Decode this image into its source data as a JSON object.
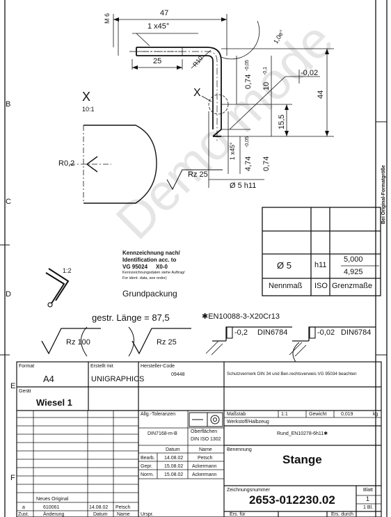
{
  "border": {
    "row_letters": [
      "B",
      "C",
      "D",
      "E",
      "F"
    ],
    "right_label": "Bei Original-Formatgröße"
  },
  "drawing": {
    "dims": {
      "d47": "47",
      "m6": "M 6",
      "chamfer_top": "1 x45°",
      "d25": "25",
      "r10": "R10",
      "d0_74_top": "0,74",
      "tol_top": "-0,05",
      "d10": "10",
      "tol_10": "-0,1",
      "d15_5": "15,5",
      "d44": "44",
      "flat_002": "-0,02",
      "chamfer_bot": "1 x45°",
      "d4_74": "4,74",
      "tol_bot": "-0,05",
      "d0_74_bot": "0,74",
      "angle": "1,0e°",
      "shaft": "Ø 5 h11",
      "rz25_small": "Rz 25",
      "section_x": "X",
      "section_x2": "X",
      "scale_detail": "10:1",
      "r02": "R0,2",
      "scale_iso": "1:2"
    },
    "marking": {
      "l1": "Kennzeichnung nach/",
      "l2": "Identification acc. to",
      "l3": "VG 95024",
      "l3b": "X0-0",
      "l4": "Kennzeichnungsdaten siehe Auftrag/",
      "l5": "For ident. data, see order)",
      "packing": "Grundpackung"
    },
    "length": "gestr. Länge = 87,5",
    "material_note": "✱EN10088-3-X20Cr13",
    "rz100": "Rz 100",
    "rz25": "Rz 25",
    "fcf1_val": "-0,2",
    "fcf1_std": "DIN6784",
    "fcf2_val": "-0,02",
    "fcf2_std": "DIN6784",
    "watermark": "Demo mode"
  },
  "tol_table": {
    "nominal": "Ø 5",
    "iso": "h11",
    "upper": "5,000",
    "lower": "4,925",
    "h_nominal": "Nennmaß",
    "h_iso": "ISO",
    "h_limits": "Grenzmaße"
  },
  "title": {
    "format_label": "Format",
    "format_val": "A4",
    "created_label": "Erstellt mit",
    "created_val": "UNIGRAPHICS",
    "maker_label": "Hersteller-Code",
    "maker_val": "09448",
    "protect": "Schutzvermerk DIN 34 und Ben.rechtsverweis VG 95034 beachten",
    "device_label": "Gerät",
    "device_val": "Wiesel 1",
    "gen_tol_label": "Allg.-Toleranzen",
    "gen_tol_val": "DIN7168-m-B",
    "surface_l1": "Oberflächen",
    "surface_l2": "DIN ISO 1302",
    "scale_label": "Maßstab",
    "scale_val": "1:1",
    "weight_label": "Gewicht",
    "weight_val": "0,019",
    "weight_unit": "kg",
    "material_label": "Werkstoff/Halbzeug",
    "material_val": "Rund_EN10278-6h11✱",
    "col_date": "Datum",
    "col_name": "Name",
    "row1_label": "Bearb.",
    "row1_date": "14.08.02",
    "row1_name": "Petsch",
    "row2_label": "Gepr.",
    "row2_date": "15.08.02",
    "row2_name": "Ackermann",
    "row3_label": "Norm.",
    "row3_date": "15.08.02",
    "row3_name": "Ackermann",
    "name_label": "Benennung",
    "name_val": "Stange",
    "number_label": "Zeichnungsnummer",
    "number_val": "2653-012230.02",
    "sheet_label": "Blatt",
    "sheet_val": "1",
    "sheet_total": "1 Bl.",
    "rev_state": "Neues Original",
    "rev_nr": "610061",
    "rev_date": "14.08.02",
    "rev_name": "Petsch",
    "rev_index": "a",
    "foot_zust": "Zust.",
    "foot_change": "Änderung",
    "foot_date": "Datum",
    "foot_name": "Name",
    "foot_origin": "Urspr.",
    "foot_for": "Ers. für",
    "foot_by": "Ers. durch"
  }
}
